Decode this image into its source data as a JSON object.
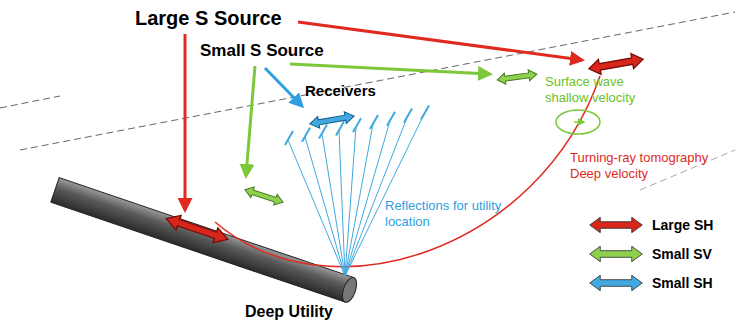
{
  "diagram": {
    "labels": [
      "Large S Source",
      "Small S Source",
      "Receivers",
      "Surface wave shallow velocity",
      "Turning-ray tomography Deep velocity",
      "Reflections for utility location",
      "Deep Utility"
    ],
    "legend": [
      {
        "text": "Large SH",
        "color": "#d9261c"
      },
      {
        "text": "Small SV",
        "color": "#8fd14f"
      },
      {
        "text": "Small SH",
        "color": "#3fa9e0"
      }
    ]
  }
}
